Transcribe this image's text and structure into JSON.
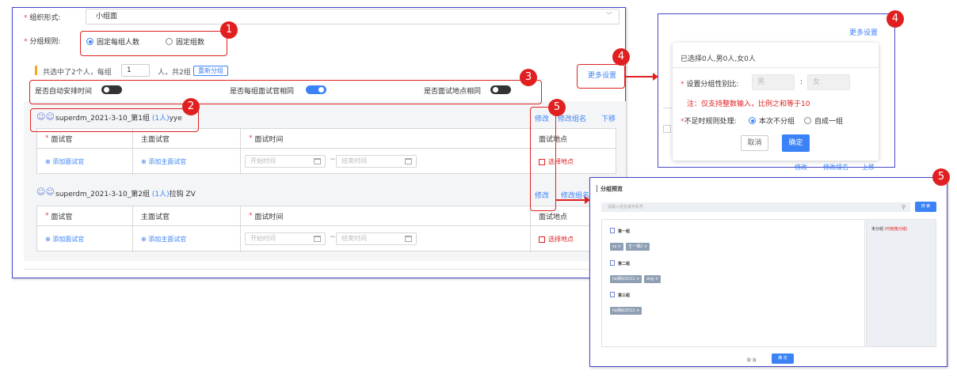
{
  "main": {
    "org_form_label": "组织形式:",
    "org_form_value": "小组面",
    "group_rule_label": "分组规则:",
    "group_rule_options": [
      "固定每组人数",
      "固定组数"
    ],
    "summary": {
      "selected": "共选中了2个人，每组",
      "per_group": "1",
      "suffix": "人，共2组",
      "regroup": "重新分组"
    },
    "more_settings": "更多设置",
    "switches": {
      "auto_time": "是否自动安排时间",
      "same_interviewer": "是否每组面试官相同",
      "same_location": "是否面试地点相同"
    },
    "groups": [
      {
        "name": "superdm_2021-3-10_第1组",
        "count": "(1人)",
        "member": "yye",
        "actions": [
          "修改",
          "修改组名",
          "下移"
        ]
      },
      {
        "name": "superdm_2021-3-10_第2组",
        "count": "(1人)",
        "member": "拉钩 ZV",
        "actions": [
          "修改",
          "修改组名"
        ]
      }
    ],
    "table_headers": [
      "面试官",
      "主面试官",
      "面试时间",
      "面试地点"
    ],
    "add_interviewer": "添加面试官",
    "add_main_interviewer": "添加主面试官",
    "start_time": "开始时间",
    "end_time": "结束时间",
    "select_location": "选择地点"
  },
  "popover": {
    "more_settings": "更多设置",
    "selected_info": "已选择0人,男0人,女0人",
    "ratio_label": "设置分组性别比:",
    "male_placeholder": "男",
    "female_placeholder": "女",
    "note": "注：仅支持整数输入，比例之和等于10",
    "insufficient_label": "不足时规则处理:",
    "options": [
      "本次不分组",
      "自成一组"
    ],
    "cancel": "取消",
    "confirm": "确定",
    "bg_actions": [
      "修改",
      "修改组名",
      "上移"
    ]
  },
  "preview": {
    "title": "分组预览",
    "search_placeholder": "请输入姓名或手机号",
    "search_button": "搜 索",
    "groups": [
      {
        "name": "第一组",
        "tags": [
          "ss",
          "王一博2"
        ]
      },
      {
        "name": "第二组",
        "tags": [
          "lla相似5511",
          "zng"
        ]
      },
      {
        "name": "第三组",
        "tags": [
          "lla相似5512"
        ]
      }
    ],
    "ungrouped": "未分组",
    "ungrouped_hint": "(可拖拽分组)",
    "cancel": "取 消",
    "confirm": "确 定"
  },
  "badges": [
    "1",
    "2",
    "3",
    "4",
    "5"
  ]
}
